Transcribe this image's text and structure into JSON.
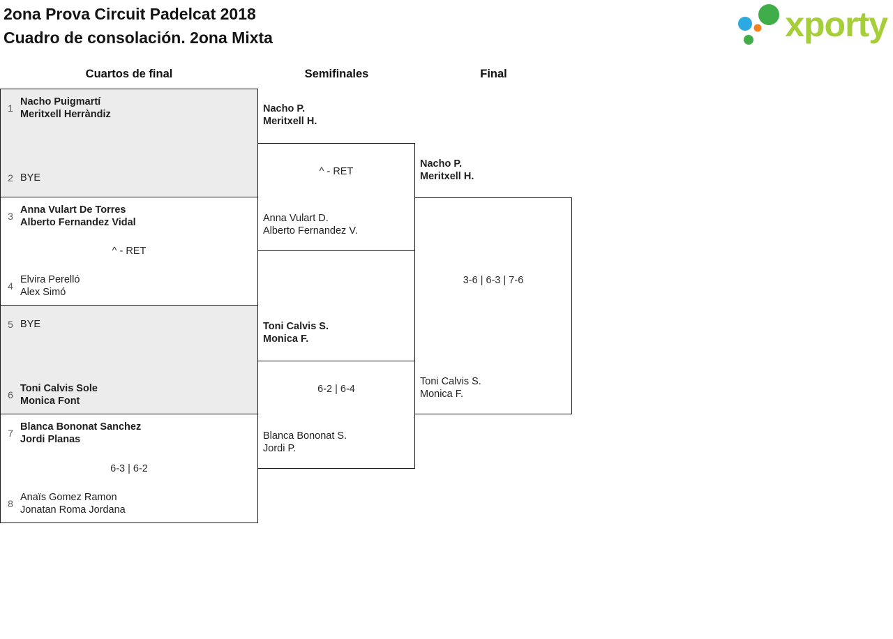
{
  "header": {
    "title_line1": "2ona Prova Circuit Padelcat 2018",
    "title_line2": "Cuadro de consolación. 2ona Mixta"
  },
  "logo": {
    "wordmark": "xporty"
  },
  "round_headers": {
    "qf": "Cuartos de final",
    "sf": "Semifinales",
    "final": "Final"
  },
  "qf": [
    {
      "seed_top": "1",
      "top": [
        "Nacho Puigmartí",
        "Meritxell Herràndiz"
      ],
      "seed_bottom": "2",
      "bottom": [
        "BYE"
      ],
      "score": ""
    },
    {
      "seed_top": "3",
      "top": [
        "Anna Vulart De Torres",
        "Alberto Fernandez Vidal"
      ],
      "seed_bottom": "4",
      "bottom": [
        "Elvira Perelló",
        "Alex Simó"
      ],
      "score": "^ - RET"
    },
    {
      "seed_top": "5",
      "top": [
        "BYE"
      ],
      "seed_bottom": "6",
      "bottom": [
        "Toni Calvis Sole",
        "Monica Font"
      ],
      "score": ""
    },
    {
      "seed_top": "7",
      "top": [
        "Blanca Bononat Sanchez",
        "Jordi Planas"
      ],
      "seed_bottom": "8",
      "bottom": [
        "Anaïs Gomez Ramon",
        "Jonatan Roma Jordana"
      ],
      "score": "6-3 | 6-2"
    }
  ],
  "sf": [
    {
      "top": [
        "Nacho P.",
        "Meritxell H."
      ],
      "score": "^ - RET",
      "bottom": [
        "Anna Vulart D.",
        "Alberto Fernandez V."
      ]
    },
    {
      "top": [
        "Toni Calvis S.",
        "Monica F."
      ],
      "score": "6-2 | 6-4",
      "bottom": [
        "Blanca Bononat S.",
        "Jordi P."
      ]
    }
  ],
  "final": {
    "top": [
      "Nacho P.",
      "Meritxell H."
    ],
    "score": "3-6 | 6-3 | 7-6",
    "bottom": [
      "Toni Calvis S.",
      "Monica F."
    ]
  },
  "colors": {
    "wordmark_green": "#a6ce39",
    "dot_green": "#3fae49",
    "dot_blue": "#2ba9e0",
    "dot_orange": "#f58220",
    "box_grey": "#ececec",
    "border": "#1c1c1c"
  }
}
